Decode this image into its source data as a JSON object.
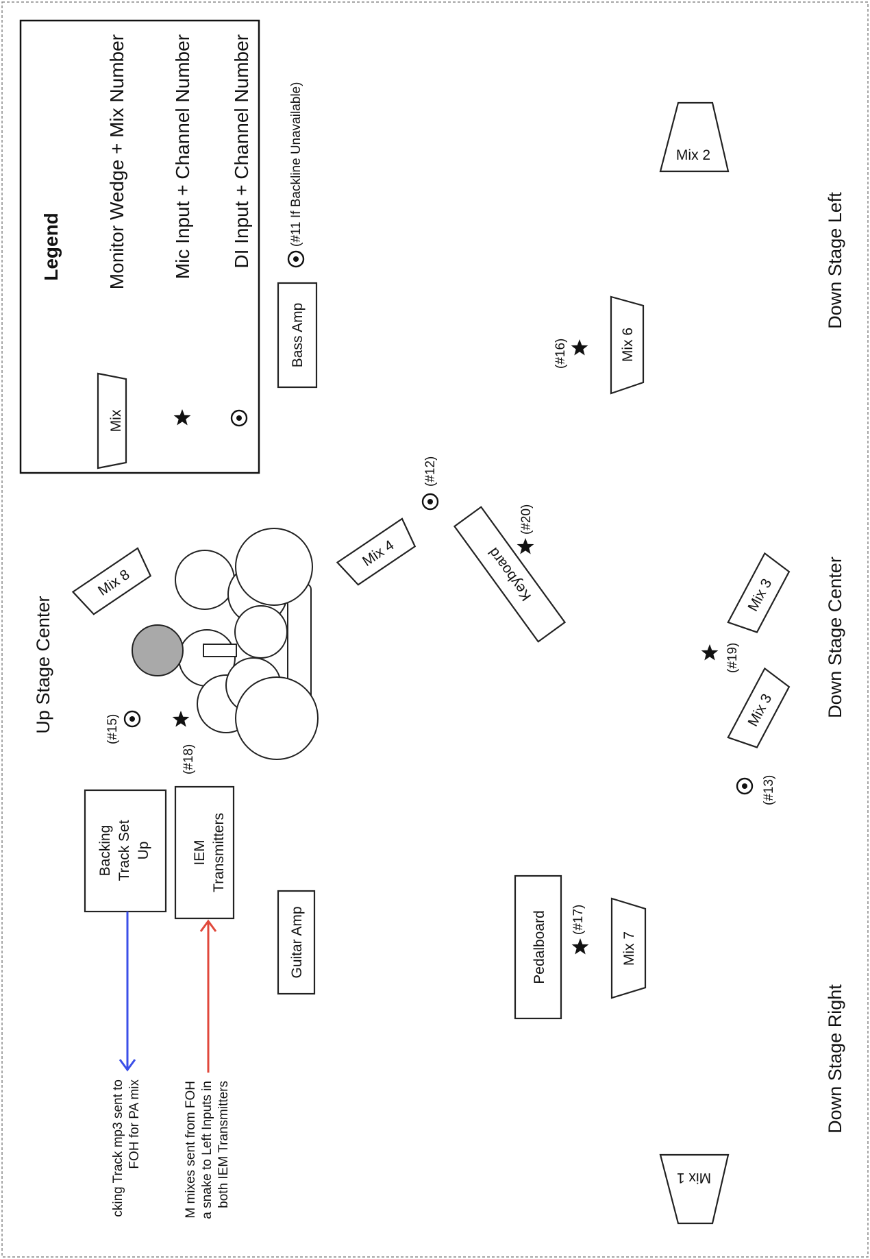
{
  "legend": {
    "title": "Legend",
    "wedge_label": "Mix",
    "wedge_text": "Monitor Wedge + Mix Number",
    "mic_text": "Mic Input + Channel Number",
    "di_text": "DI Input + Channel Number"
  },
  "areas": {
    "upstage_center": "Up Stage Center",
    "downstage_left": "Down Stage Left",
    "downstage_center": "Down Stage Center",
    "downstage_right": "Down Stage Right"
  },
  "equipment": {
    "backing_track": [
      "Backing",
      "Track Set",
      "Up"
    ],
    "iem_transmitters": [
      "IEM",
      "Transmitters"
    ],
    "guitar_amp": "Guitar Amp",
    "bass_amp": "Bass Amp",
    "pedalboard": "Pedalboard",
    "keyboard": "Keyboard"
  },
  "wedges": {
    "mix1": "Mix 1",
    "mix2": "Mix 2",
    "mix3_a": "Mix 3",
    "mix3_b": "Mix 3",
    "mix4": "Mix 4",
    "mix6": "Mix 6",
    "mix7": "Mix 7",
    "mix8": "Mix 8"
  },
  "channels": {
    "ch11": "(#11 If Backline Unavailable)",
    "ch12": "(#12)",
    "ch13": "(#13)",
    "ch15": "(#15)",
    "ch16": "(#16)",
    "ch17": "(#17)",
    "ch18": "(#18)",
    "ch19": "(#19)",
    "ch20": "(#20)"
  },
  "notes": {
    "backing_note": [
      "cking Track mp3 sent to",
      "FOH for PA mix"
    ],
    "iem_note": [
      "M mixes sent from FOH",
      "a snake to Left Inputs in",
      "both IEM Transmitters"
    ]
  },
  "colors": {
    "backing_arrow": "#3b4fe8",
    "iem_arrow": "#e0483b",
    "drum_shaded": "#a9a9a9"
  }
}
